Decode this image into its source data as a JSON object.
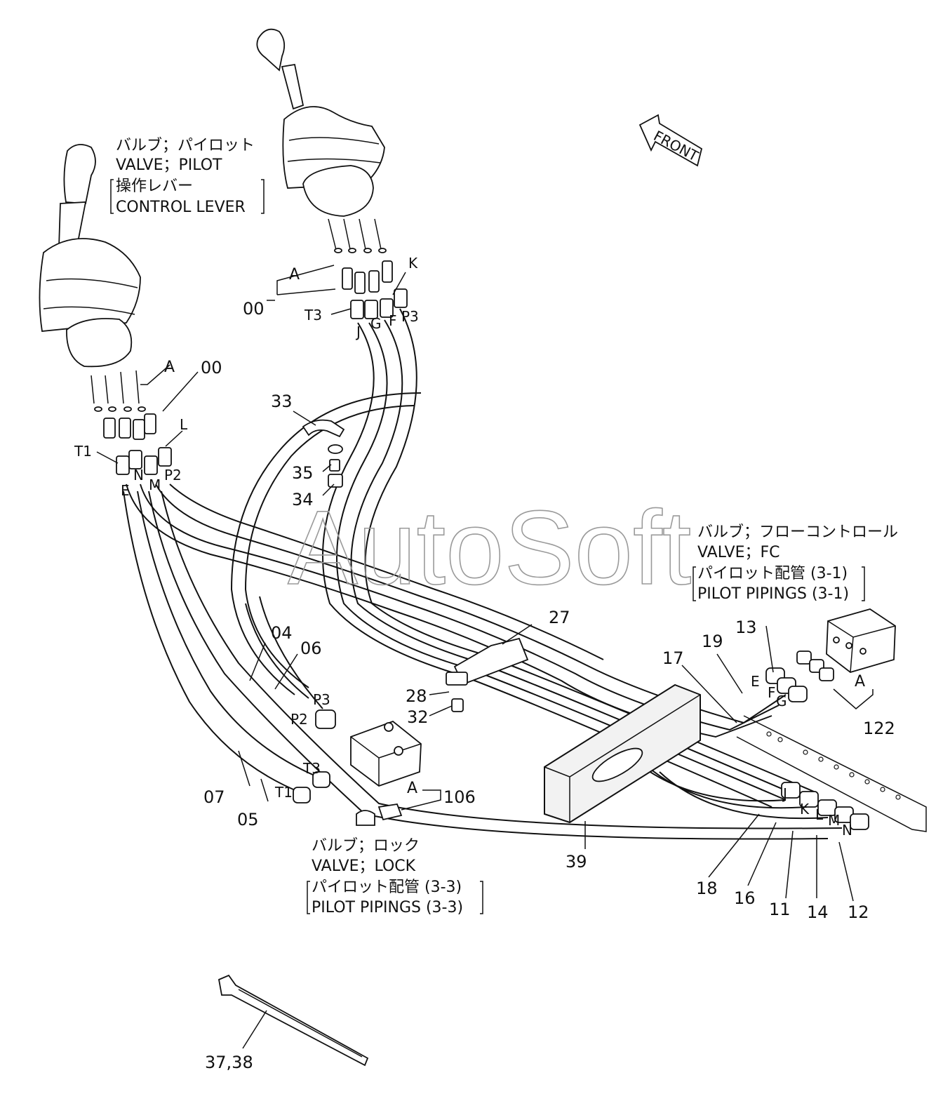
{
  "watermark": "AutoSoft",
  "front_arrow": "FRONT",
  "callouts": {
    "pilot_valve": {
      "jp": "バルブ；パイロット",
      "en": "VALVE；PILOT",
      "sub_jp": "操作レバー",
      "sub_en": "CONTROL LEVER"
    },
    "fc_valve": {
      "jp": "バルブ；フローコントロール",
      "en": "VALVE；FC",
      "sub_jp": "パイロット配管 (3-1)",
      "sub_en": "PILOT PIPINGS (3-1)"
    },
    "lock_valve": {
      "jp": "バルブ；ロック",
      "en": "VALVE；LOCK",
      "sub_jp": "パイロット配管 (3-3)",
      "sub_en": "PILOT PIPINGS (3-3)"
    }
  },
  "part_numbers": {
    "p00a": "00",
    "p00b": "00",
    "p04": "04",
    "p05": "05",
    "p06": "06",
    "p07": "07",
    "p11": "11",
    "p12": "12",
    "p13": "13",
    "p14": "14",
    "p16": "16",
    "p17": "17",
    "p18": "18",
    "p19": "19",
    "p27": "27",
    "p28": "28",
    "p32": "32",
    "p33": "33",
    "p34": "34",
    "p35": "35",
    "p37_38": "37,38",
    "p39": "39",
    "p106": "106",
    "p122": "122"
  },
  "connection_labels": {
    "a_left": "A",
    "a_right": "A",
    "a_lock": "A",
    "a_fc": "A",
    "k": "K",
    "t3_top": "T3",
    "j_top": "J",
    "g_top": "G",
    "f_top": "F",
    "p3_top": "P3",
    "t1_left": "T1",
    "l_left": "L",
    "e_left": "E",
    "n_left": "N",
    "m_left": "M",
    "p2_left": "P2",
    "p3_lock": "P3",
    "p2_lock": "P2",
    "t3_lock": "T3",
    "t1_lock": "T1",
    "e_fc": "E",
    "f_fc": "F",
    "g_fc": "G",
    "j_fc": "J",
    "k_fc": "K",
    "l_fc": "L",
    "m_fc": "M",
    "n_fc": "N"
  }
}
